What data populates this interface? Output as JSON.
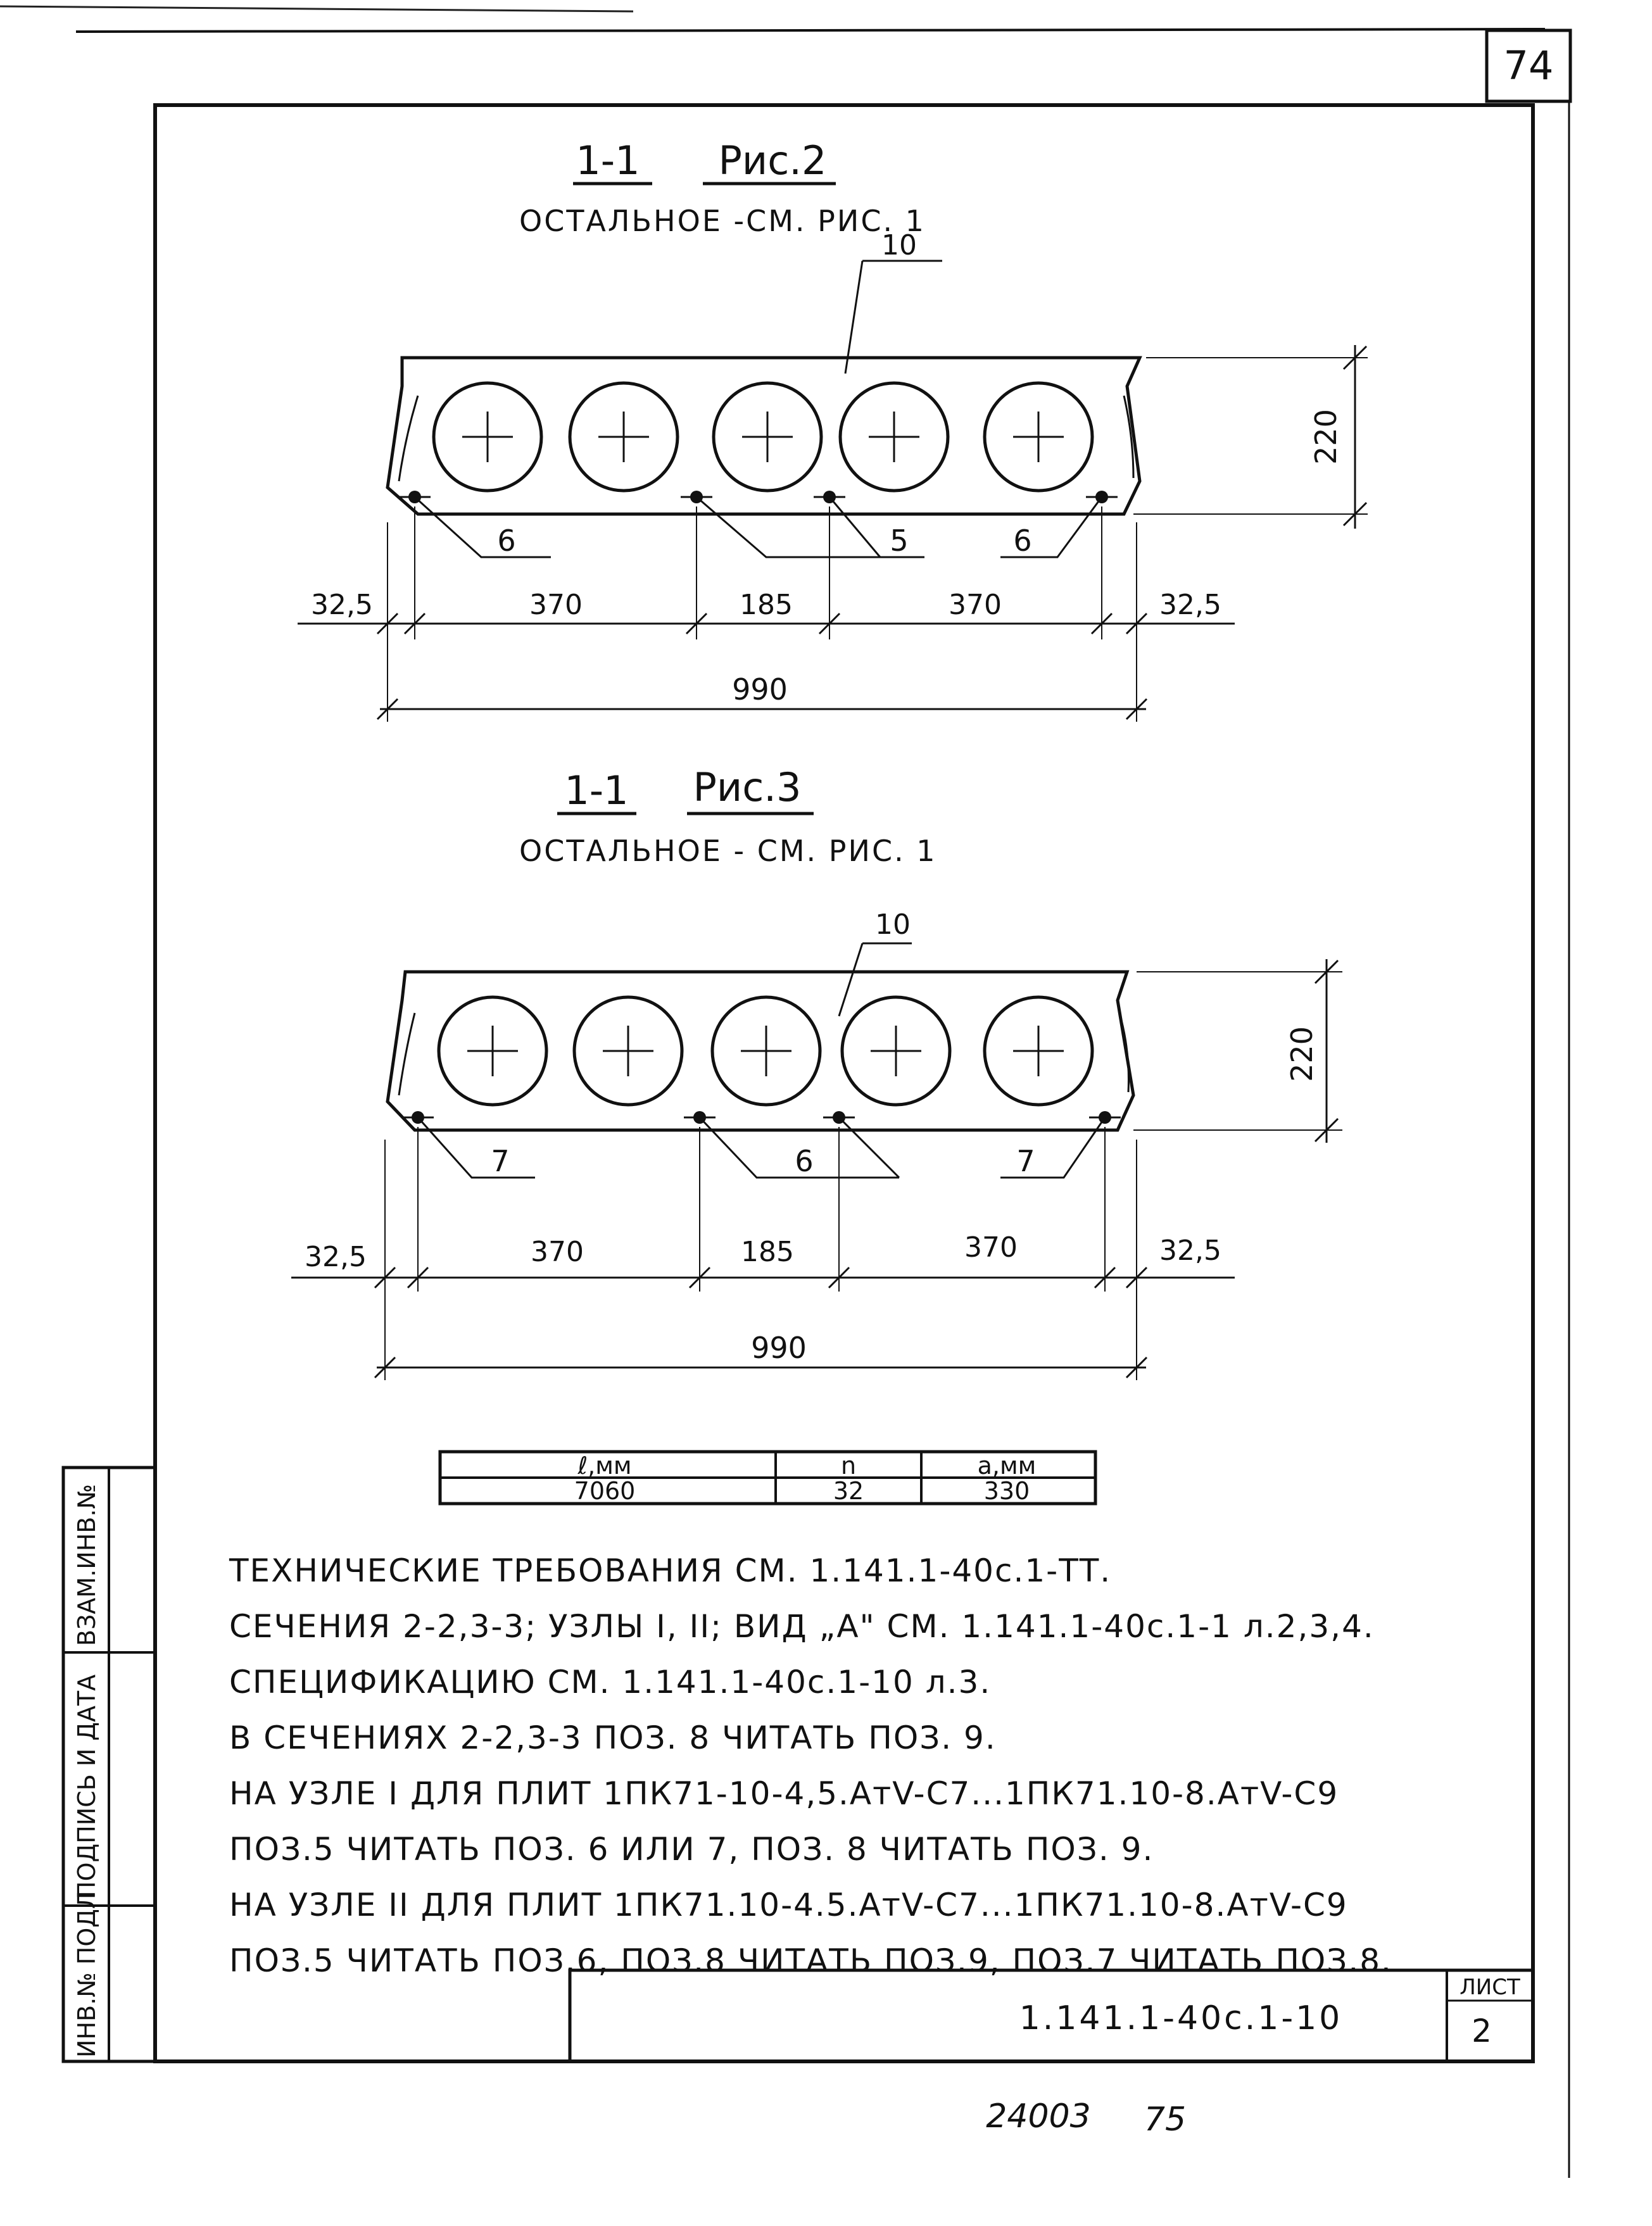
{
  "page_number": "74",
  "figures": [
    {
      "section_label": "1-1",
      "figure_label": "Рис.2",
      "subtitle": "ОСТАЛЬНОЕ -СМ. РИС. 1",
      "callout_top": "10",
      "callout_bottom": [
        "6",
        "5",
        "6"
      ],
      "dims": [
        "32,5",
        "370",
        "185",
        "370",
        "32,5"
      ],
      "total": "990",
      "height": "220"
    },
    {
      "section_label": "1-1",
      "figure_label": "Рис.3",
      "subtitle": "ОСТАЛЬНОЕ - СМ. РИС. 1",
      "callout_top": "10",
      "callout_bottom": [
        "7",
        "6",
        "7"
      ],
      "dims": [
        "32,5",
        "370",
        "185",
        "370",
        "32,5"
      ],
      "total": "990",
      "height": "220"
    }
  ],
  "table": {
    "headers": [
      "ℓ,мм",
      "n",
      "a,мм"
    ],
    "row": [
      "7060",
      "32",
      "330"
    ]
  },
  "notes": [
    "ТЕХНИЧЕСКИЕ ТРЕБОВАНИЯ СМ. 1.141.1-40с.1-ТТ.",
    "СЕЧЕНИЯ 2-2,3-3; УЗЛЫ I, II; ВИД „А\" СМ. 1.141.1-40с.1-1 л.2,3,4.",
    "СПЕЦИФИКАЦИЮ СМ. 1.141.1-40с.1-10 л.3.",
    "В СЕЧЕНИЯХ 2-2,3-3 ПОЗ. 8 ЧИТАТЬ ПОЗ. 9.",
    "НА УЗЛЕ I ДЛЯ ПЛИТ 1ПК71-10-4,5.АтV-С7...1ПК71.10-8.АтV-С9",
    "ПОЗ.5 ЧИТАТЬ ПОЗ. 6 ИЛИ 7, ПОЗ. 8 ЧИТАТЬ ПОЗ. 9.",
    "НА УЗЛЕ II ДЛЯ ПЛИТ 1ПК71.10-4.5.АтV-С7...1ПК71.10-8.АтV-С9",
    "ПОЗ.5 ЧИТАТЬ ПОЗ.6, ПОЗ.8 ЧИТАТЬ ПОЗ.9, ПОЗ.7 ЧИТАТЬ ПОЗ.8."
  ],
  "side_stamp": [
    "ИНВ.№ ПОДЛ",
    "ПОДПИСЬ И ДАТА",
    "ВЗАМ.ИНВ.№"
  ],
  "title_block": {
    "code": "1.141.1-40с.1-10",
    "sheet_label": "ЛИСТ",
    "sheet_number": "2"
  },
  "footer": {
    "archive": "24003",
    "page": "75"
  }
}
